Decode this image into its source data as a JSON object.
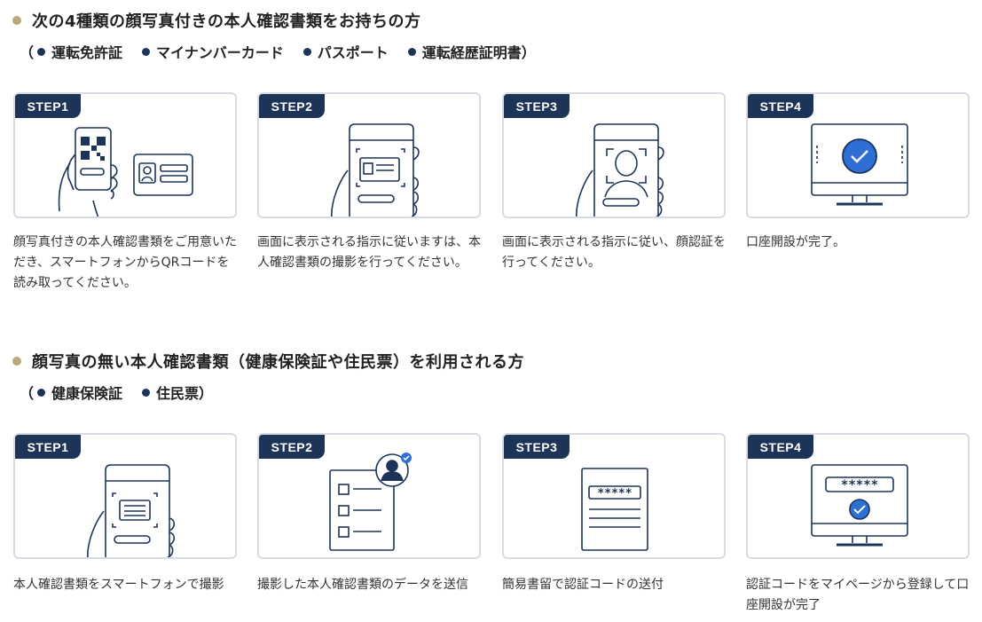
{
  "section1": {
    "title": "次の4種類の顔写真付きの本人確認書類をお持ちの方",
    "open_paren": "（",
    "close_paren": "）",
    "docs": [
      "運転免許証",
      "マイナンバーカード",
      "パスポート",
      "運転経歴証明書"
    ],
    "steps": [
      {
        "tag": "STEP1",
        "icon": "phone-qr-scan-with-id-card-icon",
        "desc": "顔写真付きの本人確認書類をご用意いただき、スマートフォンからQRコードを読み取ってください。"
      },
      {
        "tag": "STEP2",
        "icon": "phone-photographing-id-card-icon",
        "desc": "画面に表示される指示に従いますは、本人確認書類の撮影を行ってください。"
      },
      {
        "tag": "STEP3",
        "icon": "phone-face-recognition-icon",
        "desc": "画面に表示される指示に従い、顔認証を行ってください。"
      },
      {
        "tag": "STEP4",
        "icon": "monitor-checkmark-icon",
        "desc": "口座開設が完了。"
      }
    ]
  },
  "section2": {
    "title": "顔写真の無い本人確認書類（健康保険証や住民票）を利用される方",
    "open_paren": "（",
    "close_paren": "）",
    "docs": [
      "健康保険証",
      "住民票"
    ],
    "steps": [
      {
        "tag": "STEP1",
        "icon": "phone-photographing-document-icon",
        "desc": "本人確認書類をスマートフォンで撮影"
      },
      {
        "tag": "STEP2",
        "icon": "checklist-with-user-icon",
        "desc": "撮影した本人確認書類のデータを送信"
      },
      {
        "tag": "STEP3",
        "icon": "mail-with-code-icon",
        "desc": "簡易書留で認証コードの送付"
      },
      {
        "tag": "STEP4",
        "icon": "monitor-code-entry-checkmark-icon",
        "desc": "認証コードをマイページから登録して口座開設が完了"
      },
      {
        "code_mask": "*****"
      }
    ]
  },
  "colors": {
    "navy": "#1d3459",
    "accent_blue": "#2e6fd6",
    "bullet": "#b9a87a",
    "card_border": "#d8dce2"
  }
}
